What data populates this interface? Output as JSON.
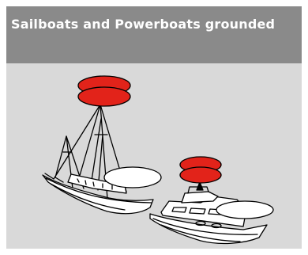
{
  "panel": {
    "title": "Sailboats and Powerboats grounded"
  },
  "colors": {
    "header_bg": "#8a8a8a",
    "panel_bg": "#d9d9d9",
    "ground_light": "#e2231a",
    "anchor_light": "#ffffff",
    "outline": "#000000"
  },
  "figures": [
    {
      "kind": "sailboat",
      "lights": [
        "red-light",
        "red-light",
        "white-light"
      ]
    },
    {
      "kind": "powerboat",
      "lights": [
        "red-light",
        "red-light",
        "white-light"
      ]
    }
  ]
}
